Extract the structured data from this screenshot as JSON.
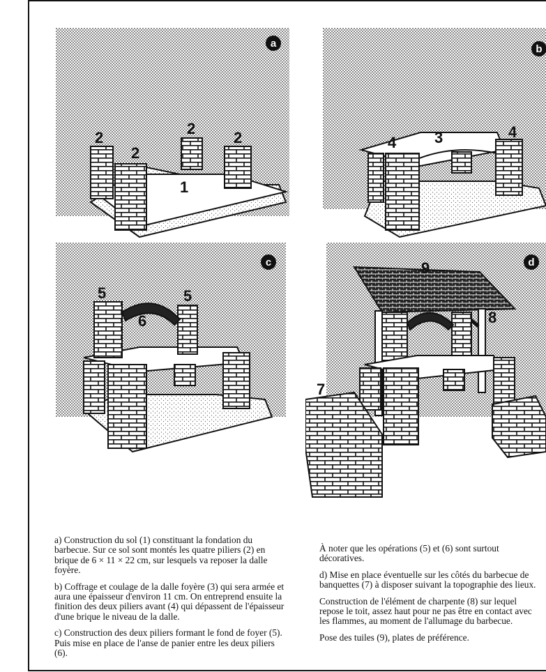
{
  "figures": {
    "a": {
      "badge": "a",
      "labels": {
        "floor": "1",
        "pillar_left_back": "2",
        "pillar_left_front": "2",
        "pillar_center": "2",
        "pillar_right": "2"
      }
    },
    "b": {
      "badge": "b",
      "labels": {
        "slab": "3",
        "pillar_front_left": "4",
        "pillar_front_right": "4"
      }
    },
    "c": {
      "badge": "c",
      "labels": {
        "pillar_back_left": "5",
        "pillar_back_right": "5",
        "arch": "6"
      }
    },
    "d": {
      "badge": "d",
      "labels": {
        "roof": "9",
        "frame": "8",
        "bench": "7"
      }
    }
  },
  "text": {
    "left": [
      "a) Construction du sol (1) constituant la fondation du barbecue. Sur ce sol sont montés les quatre piliers (2) en brique de 6 × 11 × 22 cm, sur lesquels va reposer la dalle foyère.",
      "b) Coffrage et coulage de la dalle foyère (3) qui sera armée et aura une épaisseur d'environ 11 cm. On entreprend ensuite la finition des deux piliers avant (4) qui dépassent de l'épaisseur d'une brique le niveau de la dalle.",
      "c) Construction des deux piliers formant le fond de foyer (5). Puis mise en place de l'anse de panier entre les deux piliers (6)."
    ],
    "right": [
      "À noter que les opérations (5) et (6) sont surtout décoratives.",
      "d) Mise en place éventuelle sur les côtés du barbecue de banquettes (7) à disposer suivant la topographie des lieux.",
      "Construction de l'élément de charpente (8) sur lequel repose le toit, assez haut pour ne pas être en contact avec les flammes, au moment de l'allumage du barbecue.",
      "Pose des tuiles (9), plates de préférence."
    ]
  }
}
